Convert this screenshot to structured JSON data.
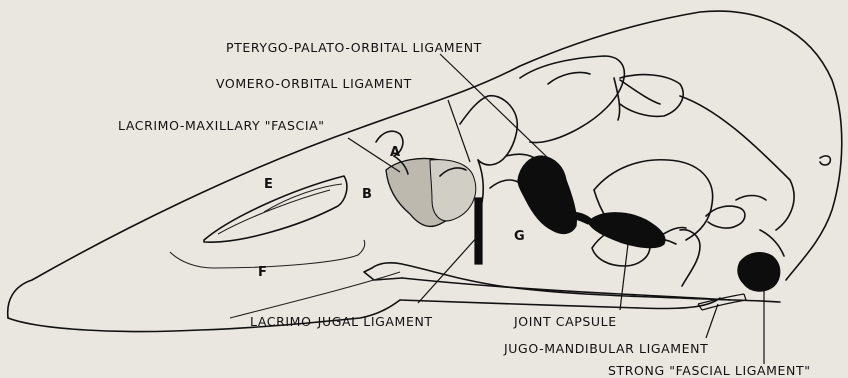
{
  "labels": {
    "pterygo_palato_orbital": "PTERYGO-PALATO-ORBITAL LIGAMENT",
    "vomero_orbital": "VOMERO-ORBITAL LIGAMENT",
    "lacrimo_maxillary": "LACRIMO-MAXILLARY \"FASCIA\"",
    "lacrimo_jugal": "LACRIMO-JUGAL LIGAMENT",
    "joint_capsule": "JOINT CAPSULE",
    "jugo_mandibular": "JUGO-MANDIBULAR LIGAMENT",
    "strong_fascial": "STRONG \"FASCIAL LIGAMENT\""
  },
  "letters": {
    "a": "A",
    "b": "B",
    "e": "E",
    "f": "F",
    "g": "G"
  }
}
